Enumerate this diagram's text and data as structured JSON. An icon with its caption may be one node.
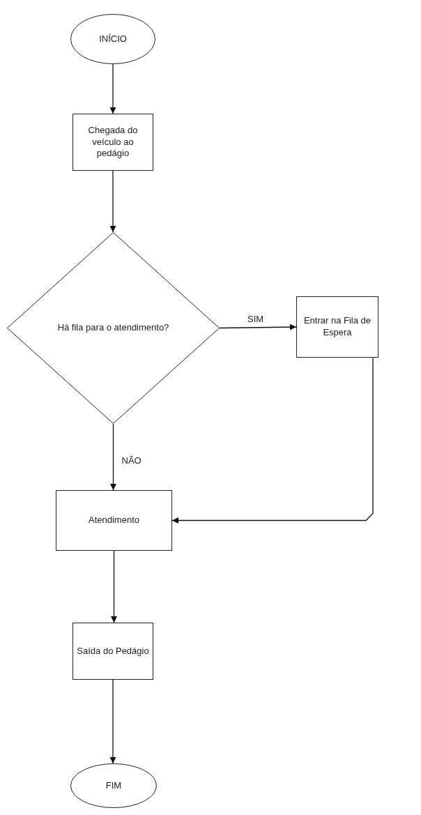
{
  "diagram": {
    "nodes": [
      {
        "text": [
          "INÍCIO"
        ]
      },
      {
        "text": [
          "Chegada do veículo ao pedágio"
        ]
      },
      {
        "text": [
          "Há fila para o atendimento?"
        ]
      },
      {
        "text": [
          "Entrar na Fila de Espera"
        ]
      },
      {
        "text": [
          "Atendimento"
        ]
      },
      {
        "text": [
          "Saída do Pedágio"
        ]
      },
      {
        "text": [
          "FIM"
        ]
      }
    ],
    "edges": [
      {
        "from": 0,
        "to": 1,
        "arrow": "to"
      },
      {
        "from": 1,
        "to": 2,
        "arrow": "to"
      },
      {
        "from": 2,
        "to": 3,
        "arrow": "to",
        "label": "SIM"
      },
      {
        "from": 2,
        "to": 4,
        "arrow": "to",
        "label": "NÃO"
      },
      {
        "from": 3,
        "to": 4,
        "arrow": "to"
      },
      {
        "from": 4,
        "to": 5,
        "arrow": "to"
      },
      {
        "from": 5,
        "to": 6,
        "arrow": "to"
      }
    ]
  }
}
